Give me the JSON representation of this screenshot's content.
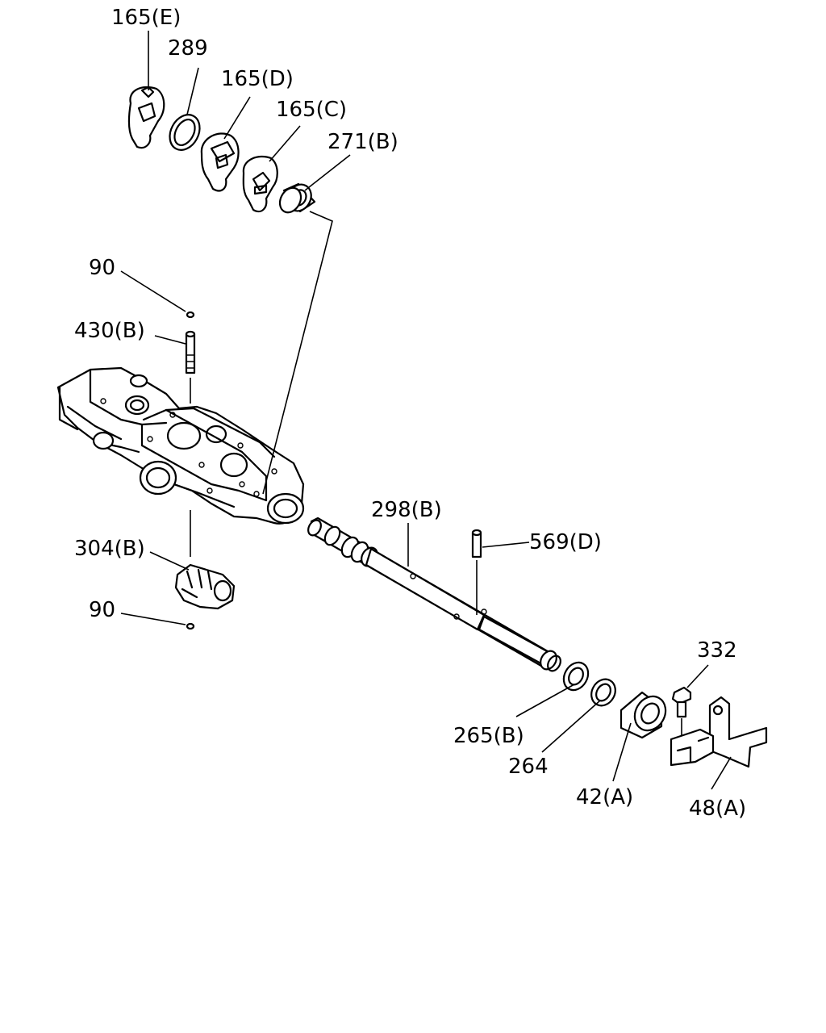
{
  "labels": {
    "p165e": "165(E)",
    "p289": "289",
    "p165d": "165(D)",
    "p165c": "165(C)",
    "p271b": "271(B)",
    "p90a": "90",
    "p430b": "430(B)",
    "p304b": "304(B)",
    "p90b": "90",
    "p298b": "298(B)",
    "p569d": "569(D)",
    "p332": "332",
    "p265b": "265(B)",
    "p264": "264",
    "p42a": "42(A)",
    "p48a": "48(A)"
  }
}
